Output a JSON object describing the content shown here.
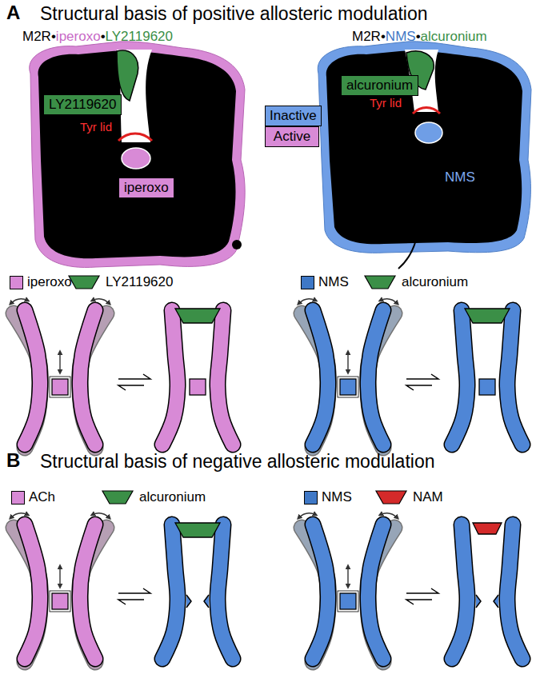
{
  "diagram": {
    "nodes": [
      {
        "text": [
          "LY2119620"
        ]
      },
      {
        "text": [
          "iperoxo"
        ]
      },
      {
        "text": [
          "alcuronium"
        ]
      }
    ],
    "labels": [
      "A",
      "Structural basis of positive allosteric modulation",
      "M2R•",
      "iperoxo",
      "•",
      "LY2119620",
      "M2R•",
      "NMS",
      "•",
      "alcuronium",
      "Tyr lid",
      "Tyr lid",
      "NMS",
      "B",
      "Structural basis of negative allosteric modulation"
    ],
    "legend": [
      {
        "text": "Inactive",
        "color": "#6f9ee6"
      },
      {
        "text": "Active",
        "color": "#d88ad6"
      },
      {
        "text": "iperoxo",
        "color": "#d88ad6"
      },
      {
        "text": "LY2119620",
        "color": "#3b8f47"
      },
      {
        "text": "NMS",
        "color": "#3f78c6"
      },
      {
        "text": "alcuronium",
        "color": "#3b8f47"
      },
      {
        "text": "ACh",
        "color": "#d88ad6"
      },
      {
        "text": "alcuronium",
        "color": "#3b8f47"
      },
      {
        "text": "NMS",
        "color": "#3f78c6"
      },
      {
        "text": "NAM",
        "color": "#d42a2a"
      }
    ]
  }
}
